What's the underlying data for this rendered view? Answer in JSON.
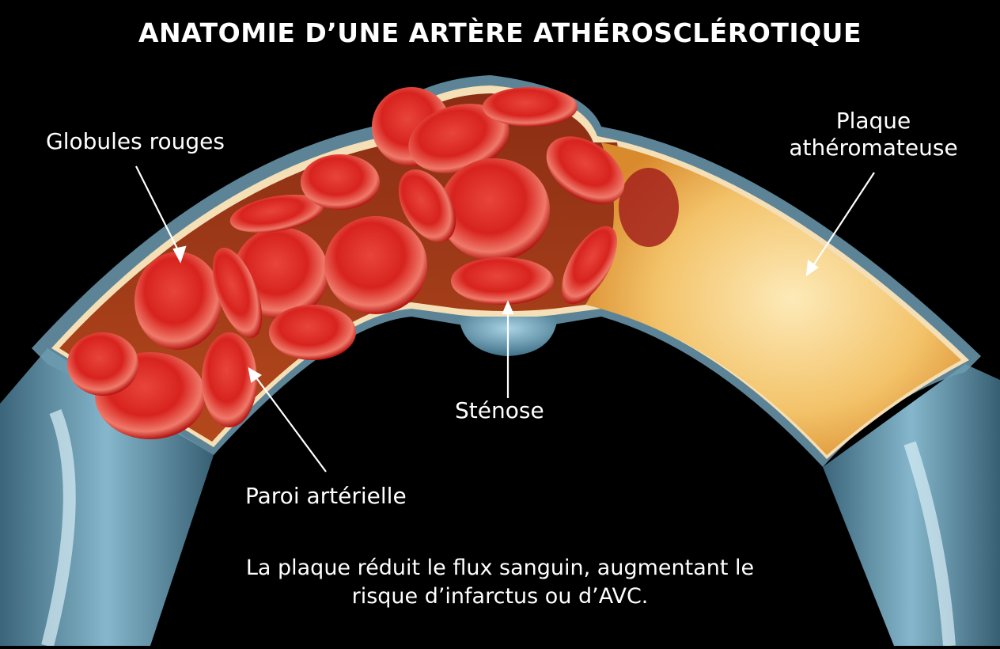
{
  "title": "ANATOMIE D’UNE ARTÈRE ATHÉROSCLÉROTIQUE",
  "labels": {
    "red_blood_cells": "Globules rouges",
    "plaque_line1": "Plaque",
    "plaque_line2": "athéromateuse",
    "stenosis": "Sténose",
    "arterial_wall": "Paroi artérielle"
  },
  "caption": {
    "line1": "La plaque réduit le flux sanguin, augmentant le",
    "line2": "risque d’infarctus ou d’AVC."
  },
  "colors": {
    "background": "#000000",
    "blood_cell": "#d8231e",
    "plaque": "#f3c36a",
    "artery_wall": "#5d91a8",
    "text": "#ffffff"
  },
  "structures": [
    "red-blood-cells",
    "atheromatous-plaque",
    "stenosis",
    "arterial-wall"
  ]
}
